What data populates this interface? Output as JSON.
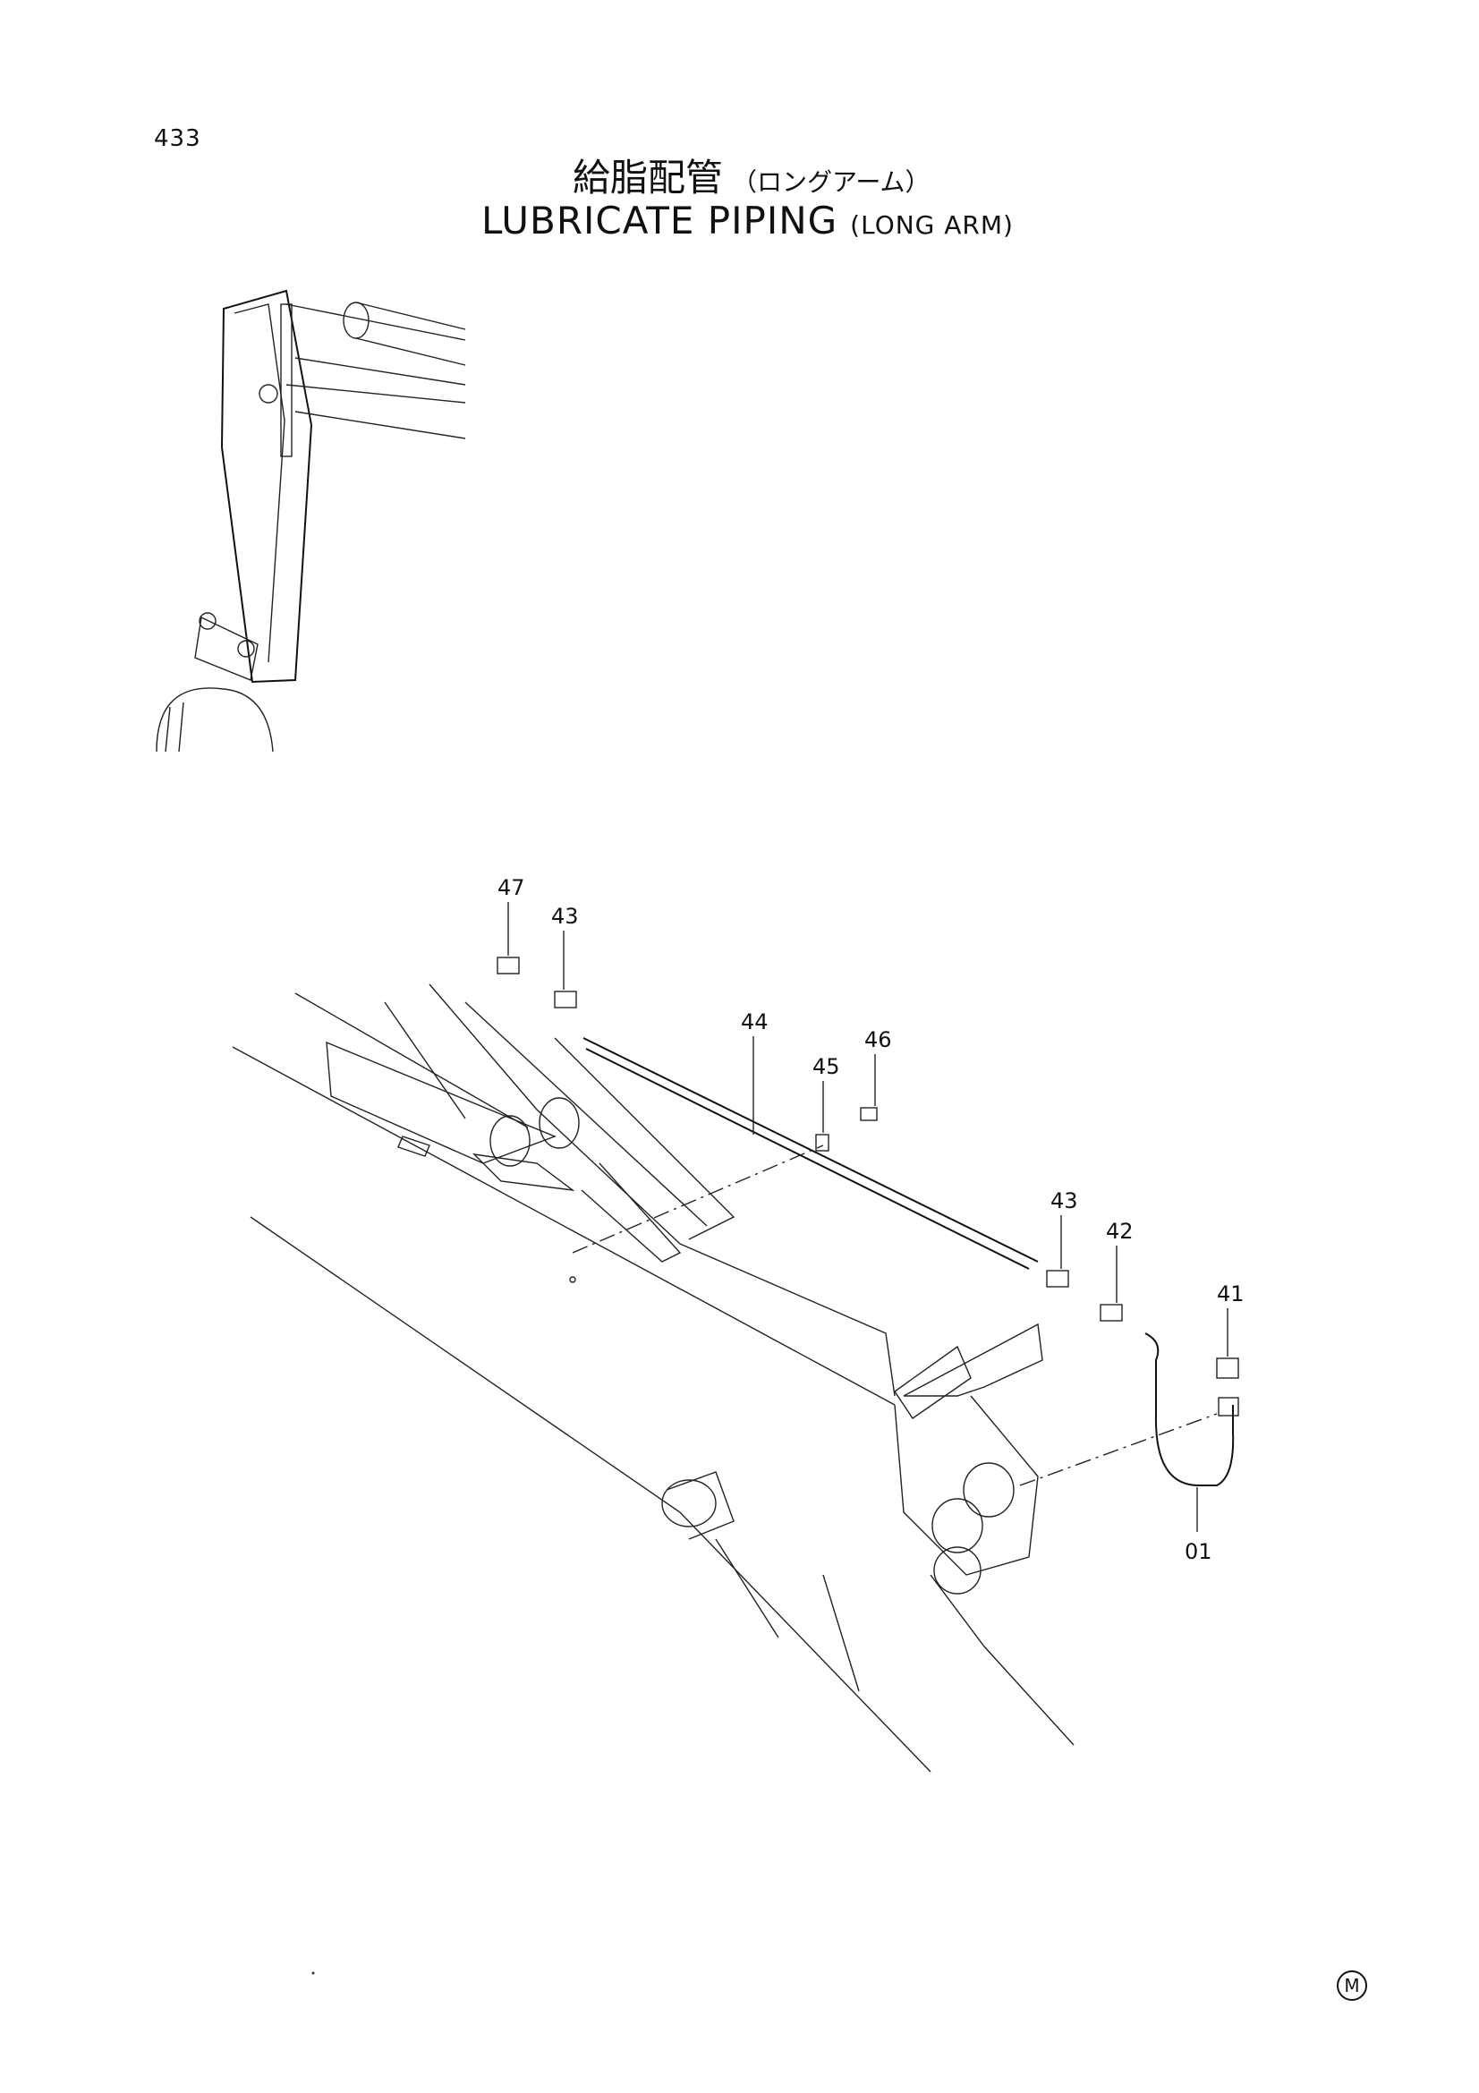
{
  "page_number": "433",
  "title_jp": "給脂配管",
  "title_jp_sub": "（ロングアーム）",
  "title_en": "LUBRICATE PIPING",
  "title_en_sub": "(LONG ARM)",
  "corner_mark": "M",
  "callouts": [
    "47",
    "43",
    "44",
    "46",
    "45",
    "43",
    "42",
    "41",
    "01"
  ]
}
